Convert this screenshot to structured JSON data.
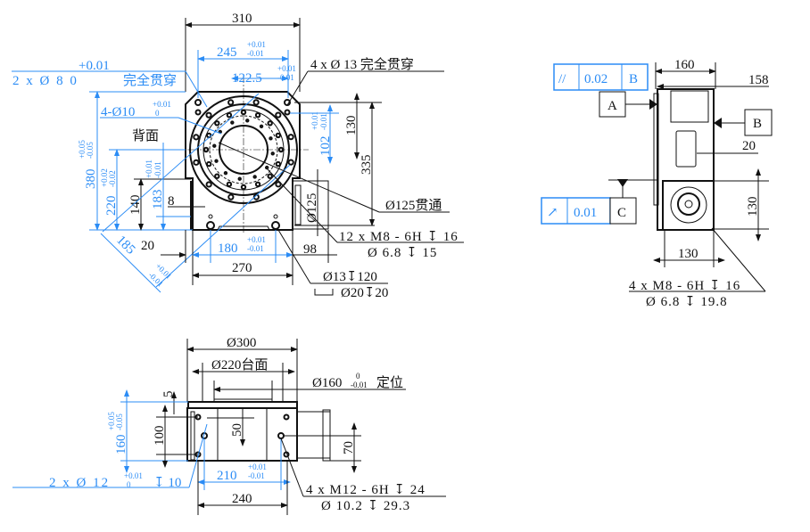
{
  "colors": {
    "blue_dimension": "#2b8cf5",
    "black_line": "#111111"
  },
  "front_view": {
    "dim_width_total": "310",
    "dim_245": "245",
    "tol_245_upper": "+0.01",
    "tol_245_lower": "-0.01",
    "dim_122_5": "122.5",
    "tol_122_5_upper": "+0.01",
    "tol_122_5_lower": "-0.01",
    "pin_hole_tol_upper": "+0.01",
    "pin_hole_label": "2 x Ø 8  0",
    "pin_hole_note": "完全贯穿",
    "through_holes": "4 x Ø 13 完全贯穿",
    "holes_4_d10": "4-Ø10",
    "tol_4d10_upper": "+0.01",
    "tol_4d10_lower": "0",
    "back_face": "背面",
    "dim_380": "380",
    "tol_380_upper": "+0.05",
    "tol_380_lower": "-0.05",
    "dim_220": "220",
    "tol_220_upper": "+0.02",
    "tol_220_lower": "-0.02",
    "dim_140": "140",
    "dim_183": "183",
    "tol_183_upper": "+0.01",
    "tol_183_lower": "-0.01",
    "dim_8": "8",
    "dim_185": "185",
    "tol_185_upper": "+0.01",
    "tol_185_lower": "-0.01",
    "dim_20": "20",
    "dim_180": "180",
    "tol_180_upper": "+0.01",
    "tol_180_lower": "-0.01",
    "dim_270": "270",
    "dim_98": "98",
    "dim_130": "130",
    "dim_102": "102",
    "tol_102_upper": "+0.01",
    "tol_102_lower": "-0.01",
    "dim_335": "335",
    "dim_d125": "Ø125",
    "bore_note": "Ø125贯通",
    "thread_note_1": "12 x  M8 - 6H ↧ 16",
    "thread_note_2": "Ø 6.8 ↧ 15",
    "cb_note_1": "Ø13↧120",
    "cb_note_2": "Ø20↧20"
  },
  "side_view": {
    "parallelism_symbol": "//",
    "parallelism_value": "0.02",
    "parallelism_datum": "B",
    "datum_a": "A",
    "datum_b": "B",
    "datum_c": "C",
    "runout_symbol": "↗",
    "runout_value": "0.01",
    "dim_160": "160",
    "dim_158": "158",
    "dim_20": "20",
    "dim_130_v": "130",
    "dim_130_h": "130",
    "thread_note_1": "4 x  M8 - 6H ↧ 16",
    "thread_note_2": "Ø 6.8 ↧ 19.8"
  },
  "bottom_view": {
    "dim_d300": "Ø300",
    "dim_d220": "Ø220台面",
    "dim_d160": "Ø160",
    "tol_d160_upper": "0",
    "tol_d160_lower": "-0.01",
    "d160_note": "定位",
    "dim_5": "5",
    "dim_160": "160",
    "tol_160_upper": "+0.05",
    "tol_160_lower": "-0.05",
    "dim_100": "100",
    "dim_50": "50",
    "dim_70": "70",
    "pin_label": "2 x Ø 12",
    "pin_tol_upper": "+0.01",
    "pin_tol_lower": "0",
    "pin_depth": "↧ 10",
    "dim_210": "210",
    "tol_210_upper": "+0.01",
    "tol_210_lower": "-0.01",
    "dim_240": "240",
    "thread_note_1": "4 x  M12 - 6H ↧ 24",
    "thread_note_2": "Ø 10.2 ↧ 29.3"
  }
}
